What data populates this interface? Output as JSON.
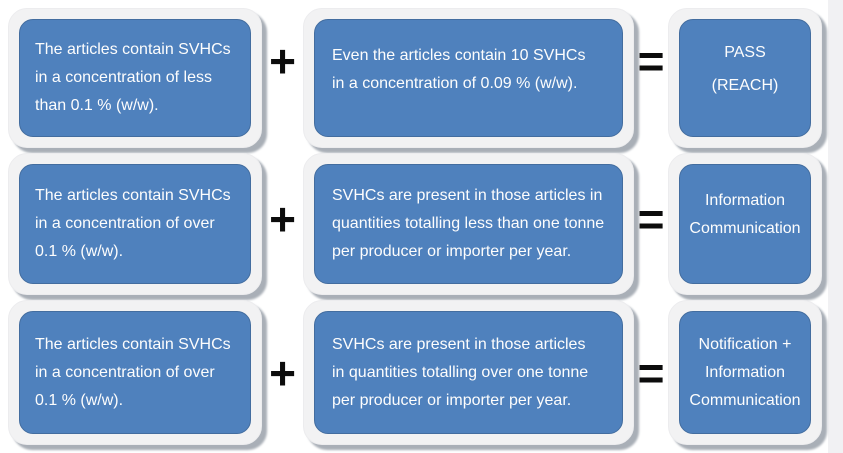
{
  "diagram": {
    "title": "SVHC concentration / tonnage outcome diagram (REACH)",
    "colors": {
      "box_fill": "#4f81bd",
      "box_frame": "#f2f2f3",
      "box_shadow": "#a9afb7",
      "text": "#fdfdfd",
      "operator": "#0c0c0c",
      "right_strip": "#f1f1f3",
      "background": "#ffffff"
    },
    "operators": {
      "plus": "+",
      "equals": "="
    },
    "rows": [
      {
        "left": {
          "lines": [
            "The articles contain SVHCs",
            "in a concentration of less",
            "than 0.1 % (w/w)."
          ]
        },
        "middle": {
          "lines": [
            "Even the articles contain 10 SVHCs",
            "in a concentration of 0.09 % (w/w)."
          ]
        },
        "result": {
          "lines": [
            "PASS",
            "(REACH)"
          ]
        }
      },
      {
        "left": {
          "lines": [
            "The articles contain SVHCs",
            "in a concentration of over",
            "0.1 % (w/w)."
          ]
        },
        "middle": {
          "lines": [
            "SVHCs are present in those articles in",
            "quantities totalling less than one tonne",
            "per producer or importer per year."
          ]
        },
        "result": {
          "lines": [
            "Information",
            "Communication"
          ]
        }
      },
      {
        "left": {
          "lines": [
            "The articles contain SVHCs",
            "in a concentration of over",
            "0.1 % (w/w)."
          ]
        },
        "middle": {
          "lines": [
            "SVHCs are present in those articles",
            "in quantities totalling over one tonne",
            "per producer or importer per year."
          ]
        },
        "result": {
          "lines": [
            "Notification +",
            "Information",
            "Communication"
          ]
        }
      }
    ]
  }
}
